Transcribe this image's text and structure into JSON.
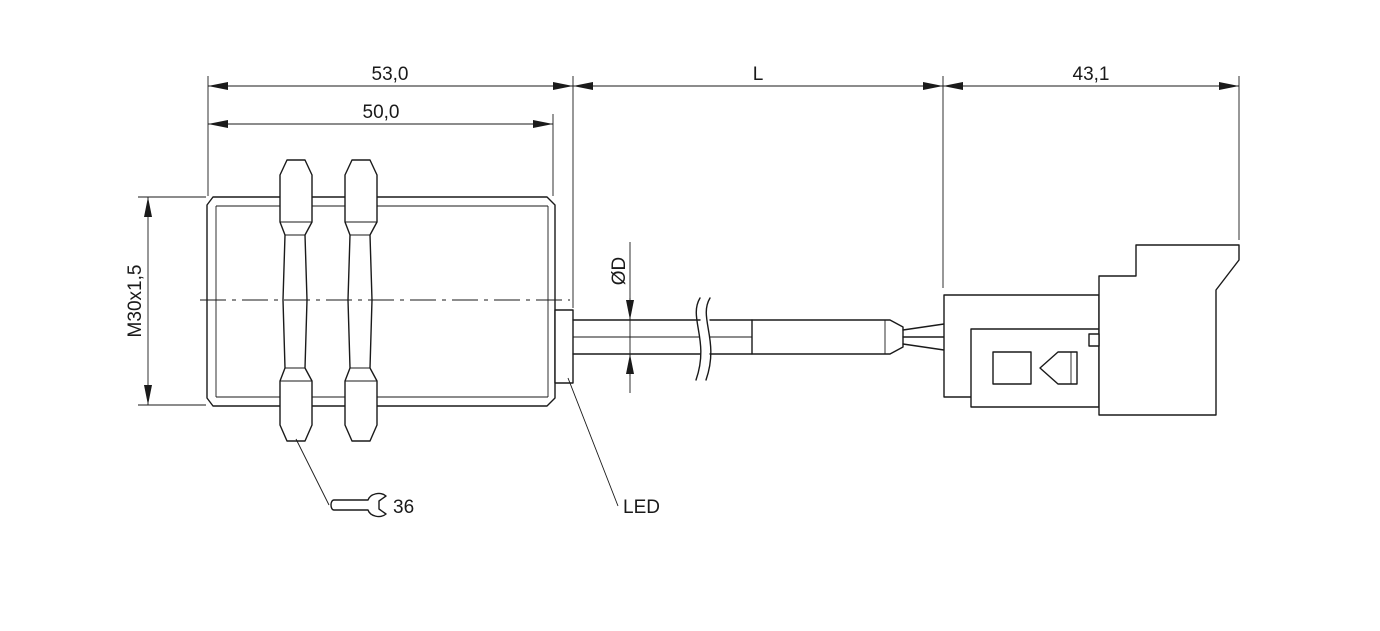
{
  "dimensions": {
    "overall_length": "53,0",
    "thread_length": "50,0",
    "cable_length": "L",
    "connector_length": "43,1",
    "thread_spec": "M30x1,5",
    "cable_diameter": "D",
    "cable_diameter_symbol": "Ø"
  },
  "callouts": {
    "wrench_size": "36",
    "led_label": "LED"
  }
}
